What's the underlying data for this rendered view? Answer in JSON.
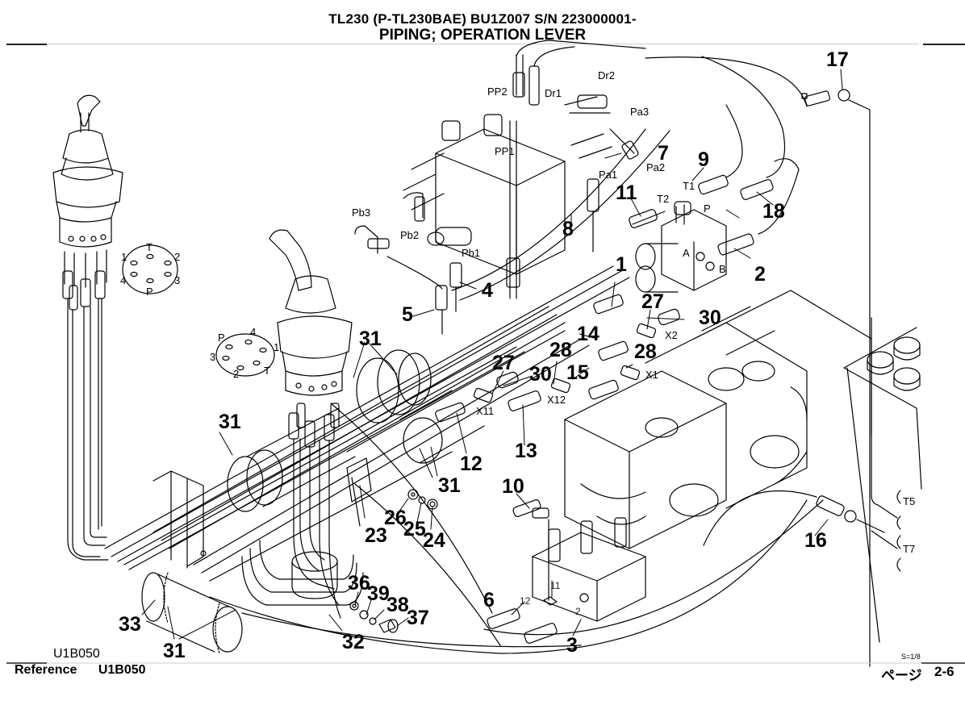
{
  "header": {
    "model_line": "TL230 (P-TL230BAE) BU1Z007 S/N 223000001-",
    "section_title": "PIPING; OPERATION LEVER"
  },
  "diagram": {
    "figure_code": "U1B050",
    "scale": "S=1/8",
    "callouts": [
      {
        "id": "1",
        "text": "1"
      },
      {
        "id": "2",
        "text": "2"
      },
      {
        "id": "3",
        "text": "3"
      },
      {
        "id": "4",
        "text": "4"
      },
      {
        "id": "5",
        "text": "5"
      },
      {
        "id": "6",
        "text": "6"
      },
      {
        "id": "7",
        "text": "7"
      },
      {
        "id": "8",
        "text": "8"
      },
      {
        "id": "9",
        "text": "9"
      },
      {
        "id": "10",
        "text": "10"
      },
      {
        "id": "11",
        "text": "11"
      },
      {
        "id": "12",
        "text": "12"
      },
      {
        "id": "13",
        "text": "13"
      },
      {
        "id": "14",
        "text": "14"
      },
      {
        "id": "15",
        "text": "15"
      },
      {
        "id": "16",
        "text": "16"
      },
      {
        "id": "17",
        "text": "17"
      },
      {
        "id": "18",
        "text": "18"
      },
      {
        "id": "23",
        "text": "23"
      },
      {
        "id": "24",
        "text": "24"
      },
      {
        "id": "25",
        "text": "25"
      },
      {
        "id": "26",
        "text": "26"
      },
      {
        "id": "27a",
        "text": "27"
      },
      {
        "id": "27b",
        "text": "27"
      },
      {
        "id": "28a",
        "text": "28"
      },
      {
        "id": "28b",
        "text": "28"
      },
      {
        "id": "30a",
        "text": "30"
      },
      {
        "id": "30b",
        "text": "30"
      },
      {
        "id": "31a",
        "text": "31"
      },
      {
        "id": "31b",
        "text": "31"
      },
      {
        "id": "31c",
        "text": "31"
      },
      {
        "id": "31d",
        "text": "31"
      },
      {
        "id": "32",
        "text": "32"
      },
      {
        "id": "33",
        "text": "33"
      },
      {
        "id": "36",
        "text": "36"
      },
      {
        "id": "37",
        "text": "37"
      },
      {
        "id": "38",
        "text": "38"
      },
      {
        "id": "39",
        "text": "39"
      }
    ],
    "port_labels": {
      "PP2": "PP2",
      "PP1": "PP1",
      "Dr1": "Dr1",
      "Dr2": "Dr2",
      "Pa3": "Pa3",
      "Pa2": "Pa2",
      "Pa1": "Pa1",
      "Pb3": "Pb3",
      "Pb2": "Pb2",
      "Pb1": "Pb1",
      "T1": "T1",
      "T2": "T2",
      "P": "P",
      "A": "A",
      "B": "B",
      "X1": "X1",
      "X2": "X2",
      "X11": "X11",
      "X12": "X12",
      "T5": "T5",
      "T7": "T7",
      "v11": "11",
      "v12": "12",
      "v2": "2"
    },
    "left_lever_ports": {
      "T": "T",
      "n1": "1",
      "n2": "2",
      "n3": "3",
      "n4": "4",
      "P": "P"
    },
    "right_lever_ports": {
      "P": "P",
      "n4": "4",
      "n1": "1",
      "n3": "3",
      "n2": "2",
      "T": "T"
    }
  },
  "footer": {
    "reference_label": "Reference",
    "reference_code": "U1B050",
    "page_label": "ページ",
    "page_number": "2-6"
  }
}
